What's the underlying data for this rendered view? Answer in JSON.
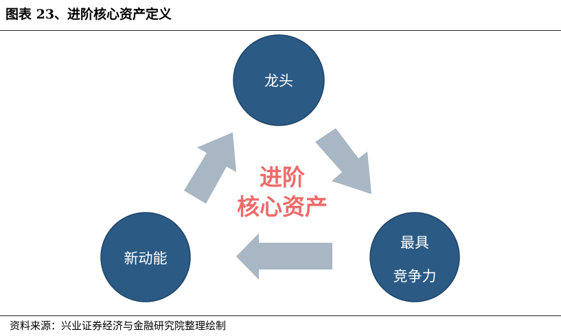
{
  "caption": "图表 23、进阶核心资产定义",
  "source": "资料来源：兴业证券经济与金融研究院整理绘制",
  "nodes": {
    "top": "龙头",
    "right_line1": "最具",
    "right_line2": "竞争力",
    "left": "新动能"
  },
  "center": {
    "line1": "进阶",
    "line2": "核心资产"
  },
  "colors": {
    "node_fill": "#2b5a85",
    "arrow_fill": "#a9b6c4",
    "center_text": "#ef6a6a"
  }
}
